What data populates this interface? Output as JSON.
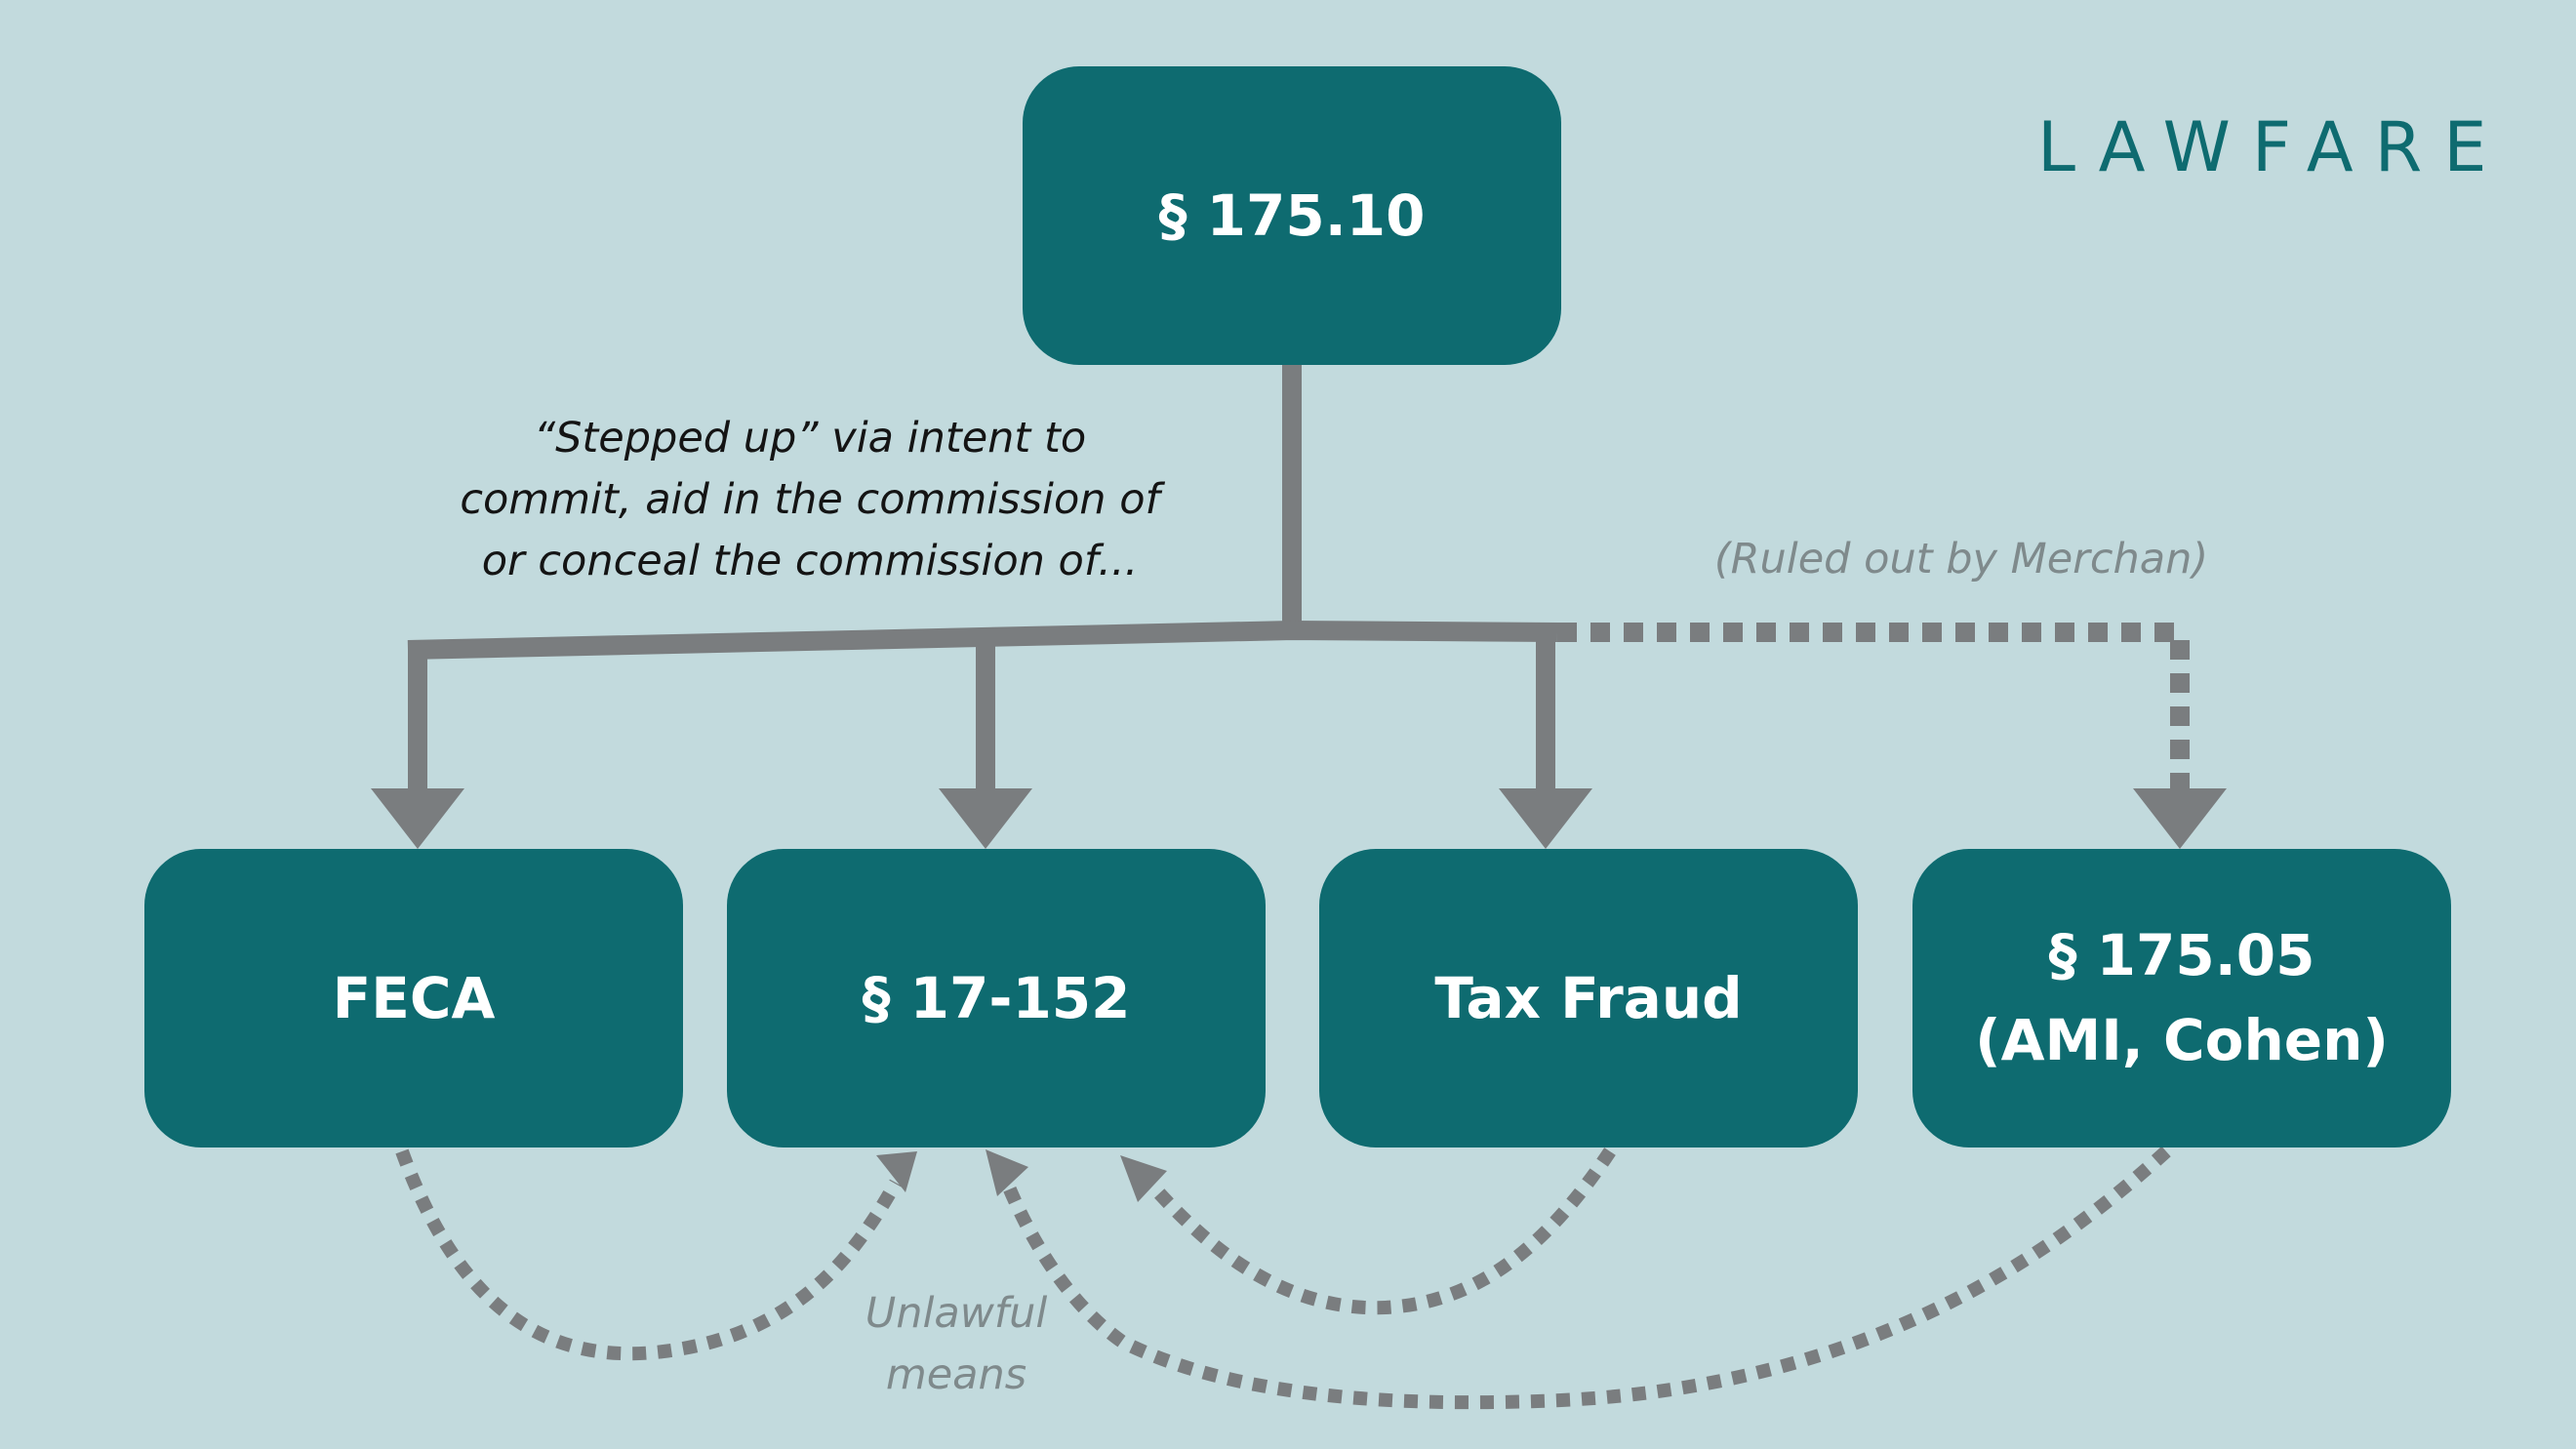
{
  "logo": {
    "text": "LAWFARE"
  },
  "nodes": {
    "top": {
      "label": "§ 175.10"
    },
    "feca": {
      "label": "FECA"
    },
    "s17_152": {
      "label": "§ 17-152"
    },
    "tax_fraud": {
      "label": "Tax Fraud"
    },
    "s175_05": {
      "line1": "§ 175.05",
      "line2": "(AMI, Cohen)"
    }
  },
  "annotations": {
    "stepped_up": [
      "“Stepped up” via intent to",
      "commit, aid in the commission of",
      "or conceal the commission of..."
    ],
    "ruled_out": "(Ruled out by Merchan)",
    "unlawful_means": [
      "Unlawful",
      "means"
    ]
  },
  "colors": {
    "background": "#c2dadd",
    "box": "#0e6b70",
    "arrow": "#7a7d7f",
    "muted_text": "#7f8a8c"
  }
}
